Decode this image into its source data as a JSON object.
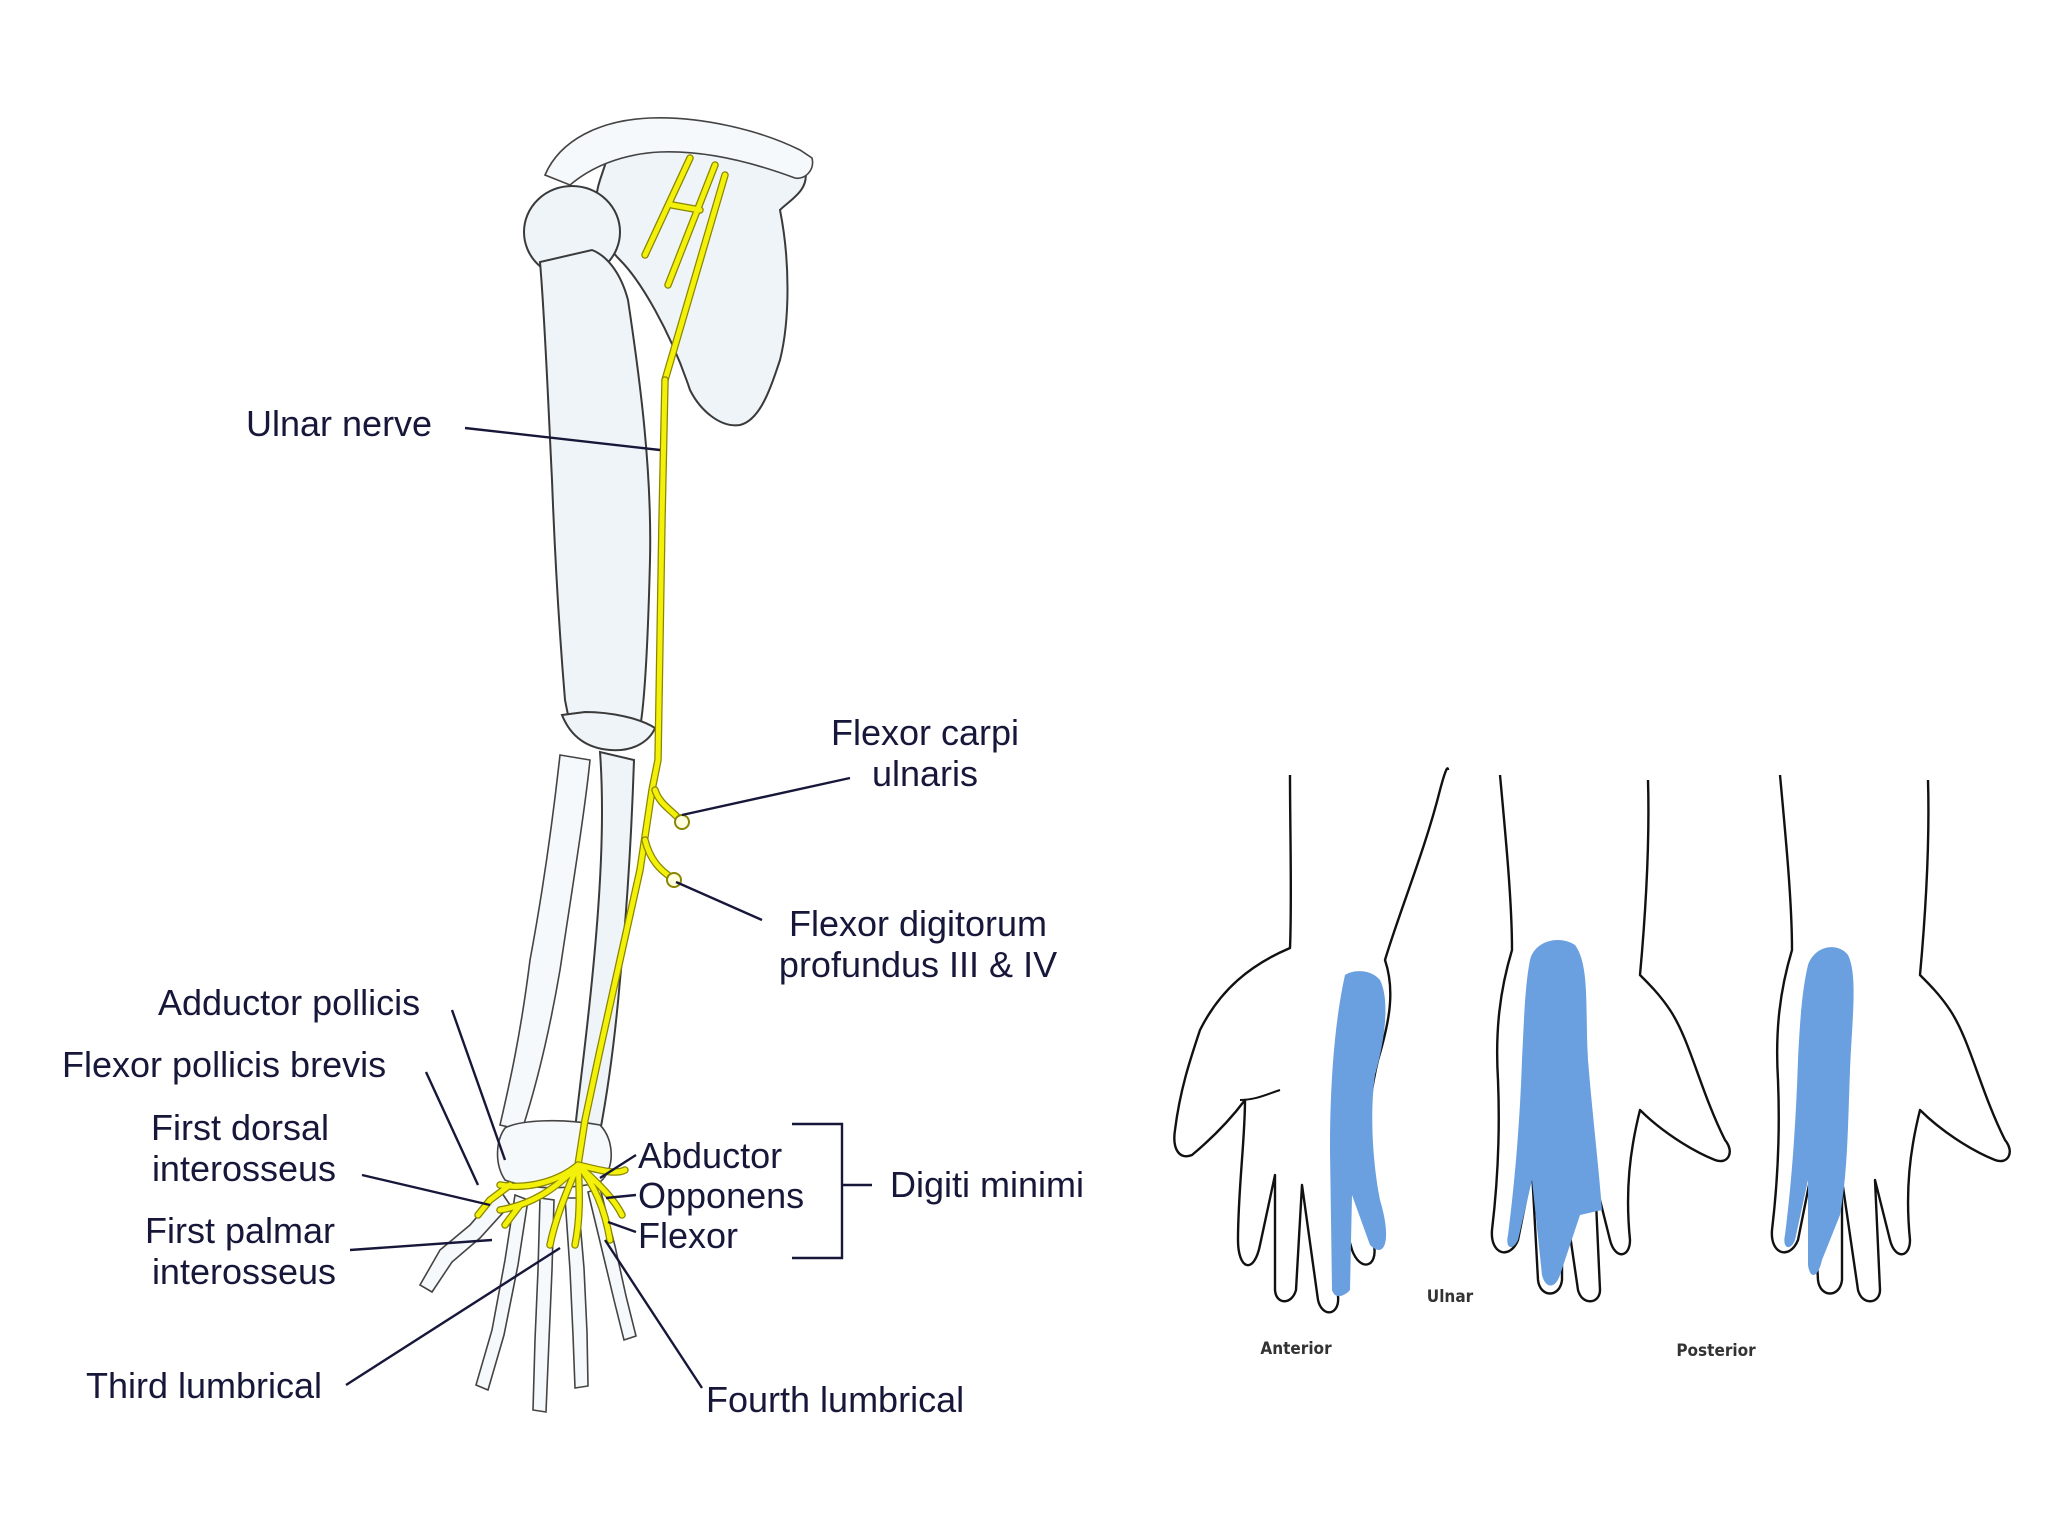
{
  "labels": {
    "ulnar_nerve": "Ulnar nerve",
    "fcu_line1": "Flexor carpi",
    "fcu_line2": "ulnaris",
    "fdp_line1": "Flexor digitorum",
    "fdp_line2": "profundus III & IV",
    "adductor_pollicis": "Adductor pollicis",
    "flexor_pollicis_brevis": "Flexor pollicis brevis",
    "first_dorsal_line1": "First dorsal",
    "first_dorsal_line2": "interosseus",
    "first_palmar_line1": "First palmar",
    "first_palmar_line2": "interosseus",
    "abductor": "Abductor",
    "opponens": "Opponens",
    "flexor": "Flexor",
    "digiti_minimi": "Digiti minimi",
    "third_lumbrical": "Third lumbrical",
    "fourth_lumbrical": "Fourth lumbrical"
  },
  "sensory_diagram": {
    "ulnar_label": "Ulnar",
    "anterior_label": "Anterior",
    "posterior_label": "Posterior"
  },
  "colors": {
    "nerve": "#f3f00a",
    "sensory_area": "#6a9fe0",
    "label_text": "#17173a"
  }
}
